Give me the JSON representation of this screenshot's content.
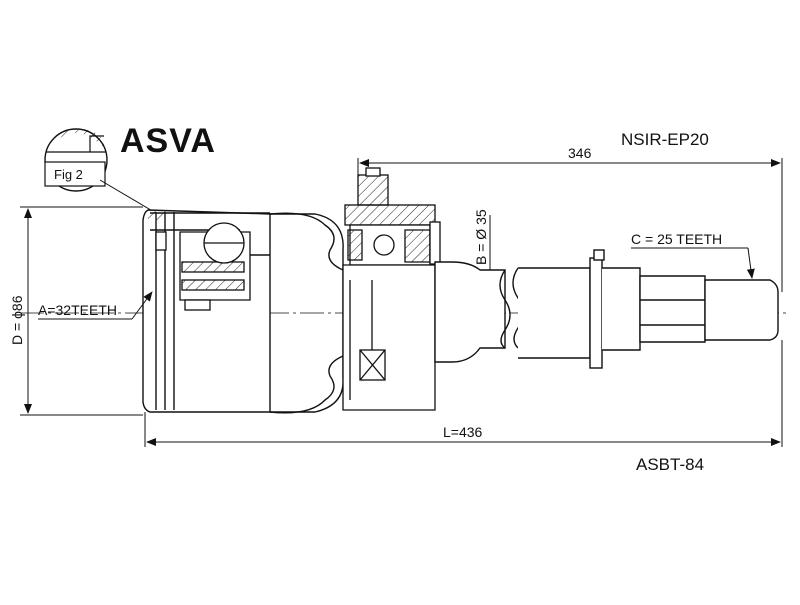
{
  "brand": "ASVA",
  "part_number": "NSIR-EP20",
  "boot_kit": "ASBT-84",
  "figure_ref": "Fig 2",
  "dimensions": {
    "shaft_length": "346",
    "total_length": "L=436",
    "diameter_outer": "D = ϕ86",
    "diameter_shaft": "B = Ø 35",
    "teeth_inner": "A=32TEETH",
    "teeth_outer": "C = 25 TEETH"
  }
}
